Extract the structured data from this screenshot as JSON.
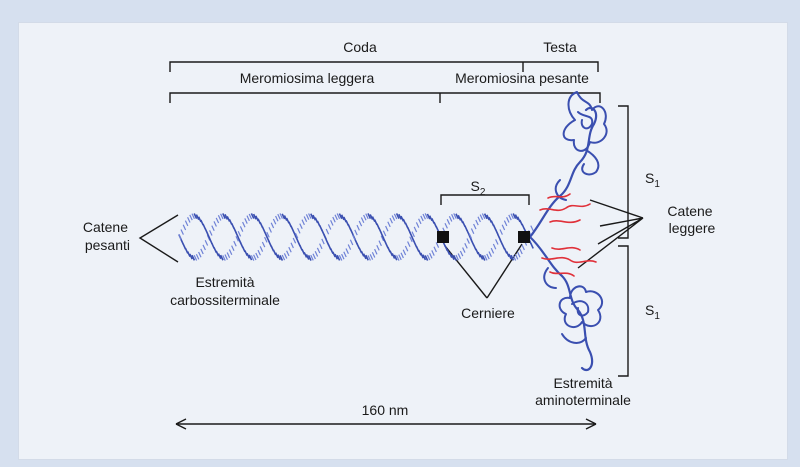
{
  "labels": {
    "tail": "Coda",
    "head": "Testa",
    "lmm": "Meromiosima leggera",
    "hmm": "Meromiosina pesante",
    "s2": "S",
    "s2_sub": "2",
    "s1_top": "S",
    "s1_top_sub": "1",
    "s1_bottom": "S",
    "s1_bottom_sub": "1",
    "heavy_chains_1": "Catene",
    "heavy_chains_2": "pesanti",
    "light_chains_1": "Catene",
    "light_chains_2": "leggere",
    "carboxy_1": "Estremità",
    "carboxy_2": "carbossiterminale",
    "hinges": "Cerniere",
    "amino_1": "Estremità",
    "amino_2": "aminoterminale",
    "scale": "160 nm"
  },
  "colors": {
    "helix": "#3a4fb0",
    "helix_light": "#6f82d6",
    "light_chain": "#e0313a",
    "hinge": "#111111",
    "line": "#1a1a1a"
  }
}
